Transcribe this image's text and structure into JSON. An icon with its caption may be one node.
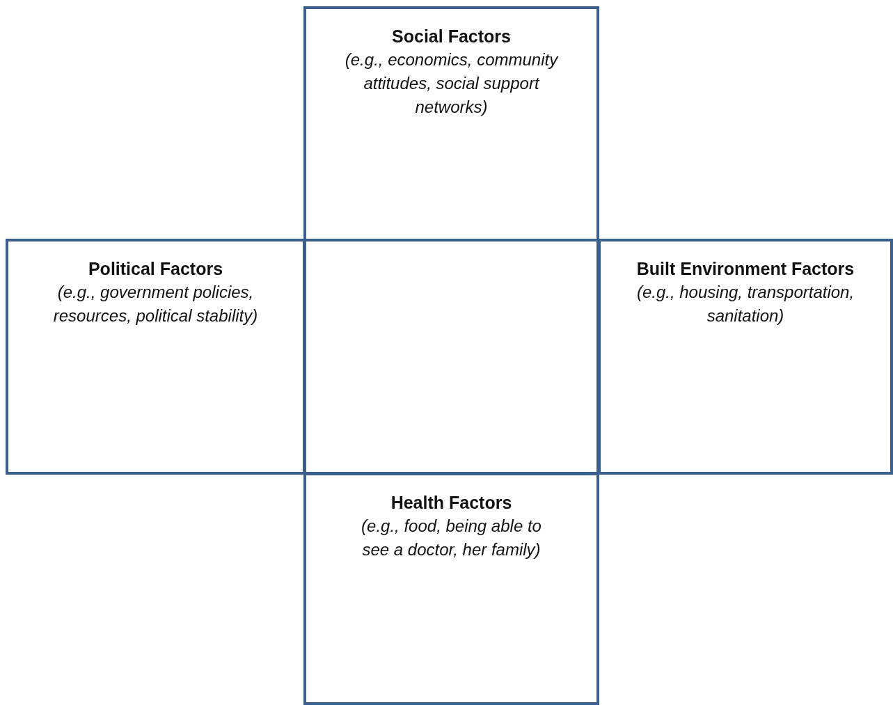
{
  "diagram": {
    "nodes": [
      {
        "text": [
          "Social Factors",
          "(e.g., economics, community attitudes, social support networks)"
        ]
      },
      {
        "text": [
          "Political Factors",
          "(e.g., government policies, resources, political stability)"
        ]
      },
      {
        "text": [],
        "shape": "box"
      },
      {
        "text": [
          "Built Environment Factors",
          "(e.g., housing, transportation, sanitation)"
        ]
      },
      {
        "text": [
          "Health Factors",
          "(e.g., food, being able to see a doctor, her family)"
        ]
      }
    ]
  }
}
